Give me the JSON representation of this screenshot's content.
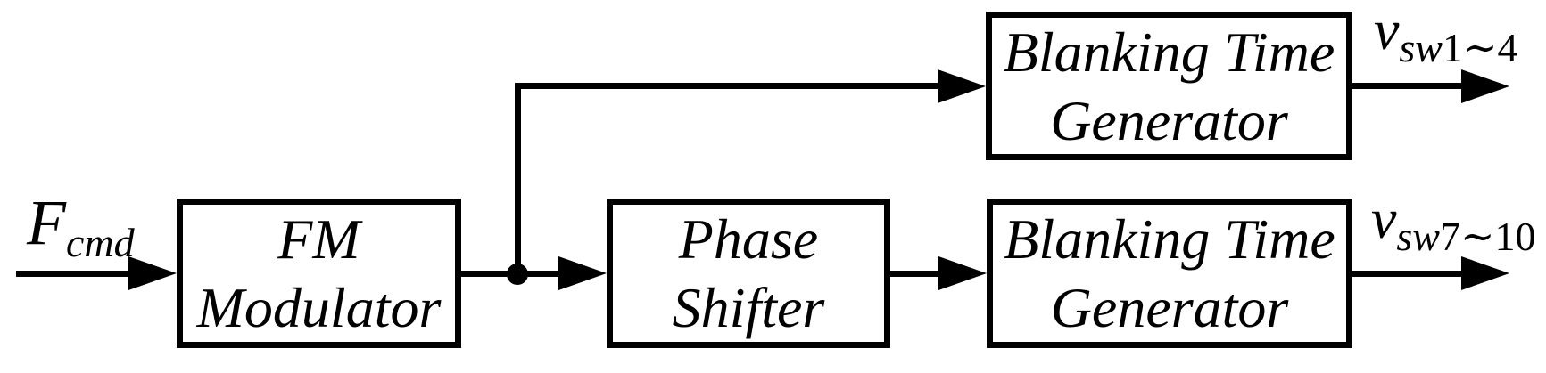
{
  "diagram": {
    "colors": {
      "ink": "#000000",
      "paper": "#ffffff"
    },
    "blocks": [
      {
        "id": "fm-modulator",
        "lines": [
          "FM",
          "Modulator"
        ]
      },
      {
        "id": "phase-shifter",
        "lines": [
          "Phase",
          "Shifter"
        ]
      },
      {
        "id": "blanking-time-generator-top",
        "lines": [
          "Blanking Time",
          "Generator"
        ]
      },
      {
        "id": "blanking-time-generator-bottom",
        "lines": [
          "Blanking Time",
          "Generator"
        ]
      }
    ],
    "labels": {
      "input": {
        "base": "F",
        "sub": "cmd"
      },
      "output_top": {
        "base": "v",
        "sub_italic": "sw",
        "sub_rest": "1∼4"
      },
      "output_bottom": {
        "base": "v",
        "sub_italic": "sw",
        "sub_rest": "7∼10"
      }
    },
    "connections": [
      {
        "from": "input-Fcmd",
        "to": "fm-modulator"
      },
      {
        "from": "fm-modulator",
        "to": "phase-shifter"
      },
      {
        "from": "fm-modulator",
        "to": "blanking-time-generator-top"
      },
      {
        "from": "phase-shifter",
        "to": "blanking-time-generator-bottom"
      },
      {
        "from": "blanking-time-generator-top",
        "to": "output-vsw1-4"
      },
      {
        "from": "blanking-time-generator-bottom",
        "to": "output-vsw7-10"
      }
    ]
  }
}
